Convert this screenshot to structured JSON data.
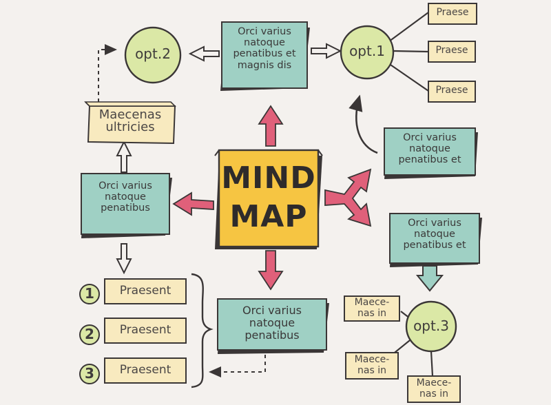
{
  "title": {
    "line1": "MIND",
    "line2": "MAP"
  },
  "top_box": "Orci varius\nnatoque\npenatibus et\nmagnis dis",
  "left_box": "Orci varius\nnatoque\npenatibus",
  "bottom_box": "Orci varius\nnatoque\npenatibus",
  "right_mid_box": "Orci varius\nnatoque\npenatibus et",
  "right_low_box": "Orci varius\nnatoque\npenatibus et",
  "maecenas_box": "Maecenas\nultricies",
  "opt1": "opt.1",
  "opt2": "opt.2",
  "opt3": "opt.3",
  "opt1_branches": [
    "Praese",
    "Praese",
    "Praese"
  ],
  "opt3_branches": [
    "Maece-\nnas in",
    "Maece-\nnas in",
    "Maece-\nnas in"
  ],
  "numbered_list": [
    {
      "num": "1",
      "label": "Praesent"
    },
    {
      "num": "2",
      "label": "Praesent"
    },
    {
      "num": "3",
      "label": "Praesent"
    }
  ],
  "colors": {
    "teal": "#9fd0c4",
    "pale_yellow": "#f8eabf",
    "circle_green": "#dbe8a6",
    "center_yellow": "#f6c542",
    "arrow_pink": "#e0607a",
    "outline": "#3a3636",
    "background": "#f4f1ee"
  }
}
